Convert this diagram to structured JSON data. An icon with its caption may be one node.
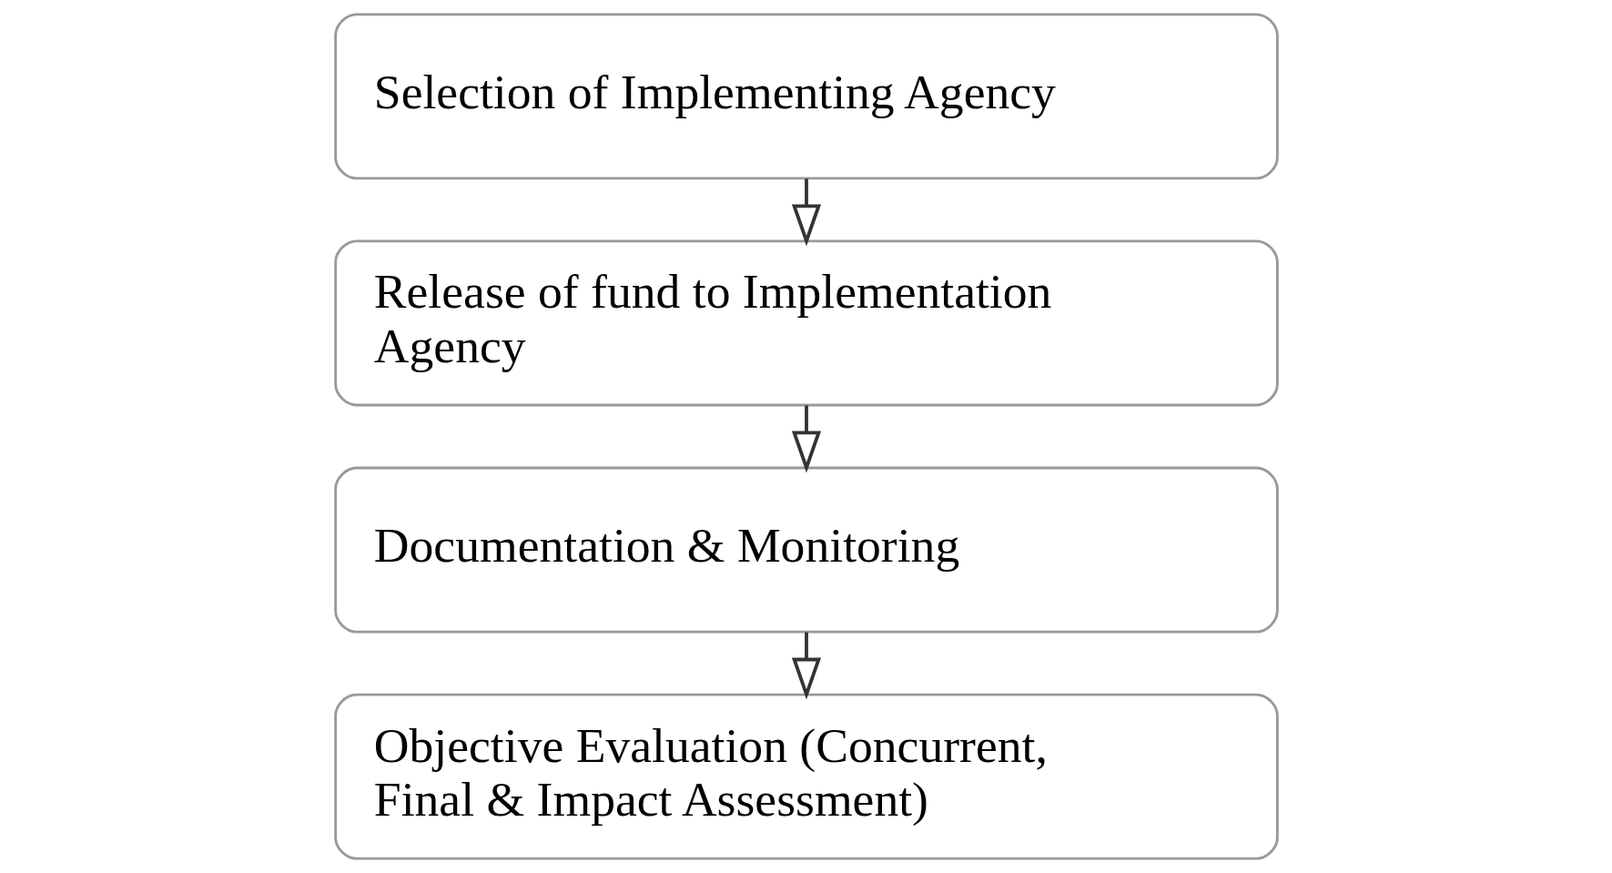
{
  "diagram": {
    "nodes": [
      {
        "text": [
          "Selection of Implementing Agency"
        ]
      },
      {
        "text": [
          "Release of fund to Implementation Agency"
        ]
      },
      {
        "text": [
          "Documentation & Monitoring"
        ]
      },
      {
        "text": [
          "Objective Evaluation (Concurrent, Final & Impact Assessment)"
        ]
      }
    ],
    "edges": [
      {
        "from": 0,
        "to": 1,
        "arrow": "to"
      },
      {
        "from": 1,
        "to": 2,
        "arrow": "to"
      },
      {
        "from": 2,
        "to": 3,
        "arrow": "to"
      }
    ]
  }
}
